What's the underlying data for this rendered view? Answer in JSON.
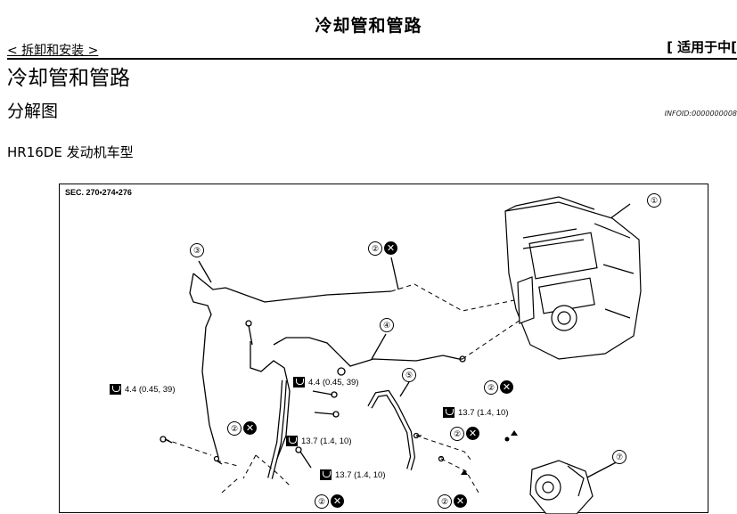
{
  "header": {
    "title": "冷却管和管路",
    "breadcrumb": "< 拆卸和安装 >",
    "applies_to": "[ 适用于中["
  },
  "section": {
    "title": "冷却管和管路",
    "subtitle": "分解图",
    "info_id": "INFOID:0000000008",
    "model_label": "HR16DE 发动机车型"
  },
  "figure": {
    "sec_label": "SEC. 270•274•276",
    "callouts": [
      "①",
      "②",
      "③",
      "④",
      "⑤",
      "⑦"
    ],
    "x_symbol": "✕",
    "torques": [
      "4.4 (0.45, 39)",
      "4.4 (0.45, 39)",
      "13.7 (1.4, 10)",
      "13.7 (1.4, 10)",
      "13.7 (1.4, 10)"
    ]
  }
}
